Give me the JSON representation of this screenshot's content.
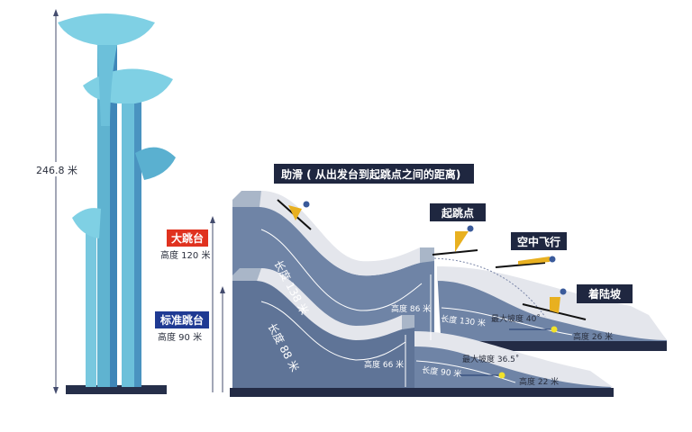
{
  "tower": {
    "height_label": "246.8 米"
  },
  "large_hill": {
    "name": "大跳台",
    "height": "高度 120 米",
    "color": "#e0321f"
  },
  "normal_hill": {
    "name": "标准跳台",
    "height": "高度 90 米",
    "color": "#1f3a93"
  },
  "stages": {
    "inrun": "助滑 ( 从出发台到起跳点之间的距离)",
    "takeoff": "起跳点",
    "flight": "空中飞行",
    "landing": "着陆坡"
  },
  "large_measures": {
    "inrun_length": "长度 138 米",
    "takeoff_height": "高度 86 米",
    "landing_length": "长度 130 米",
    "max_slope": "最大坡度 40˚",
    "landing_height": "高度 26 米"
  },
  "normal_measures": {
    "inrun_length": "长度 88 米",
    "takeoff_height": "高度 66 米",
    "landing_length": "长度 90 米",
    "max_slope": "最大坡度 36.5˚",
    "landing_height": "高度 22 米"
  }
}
